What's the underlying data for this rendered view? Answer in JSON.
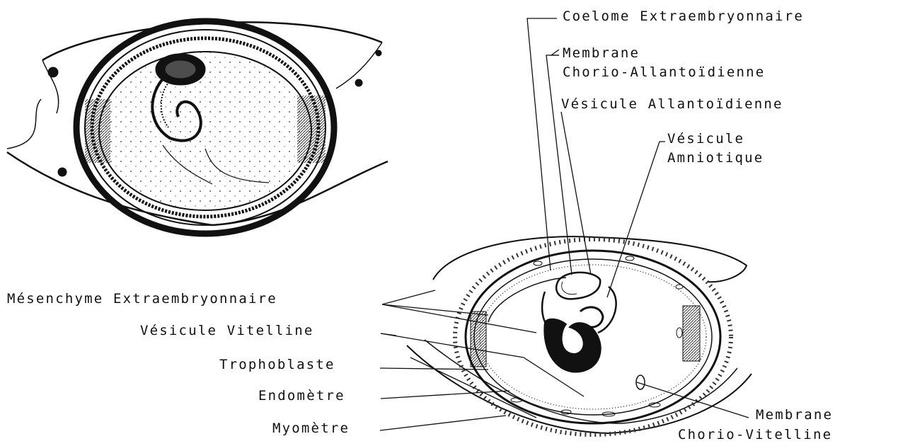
{
  "labels": {
    "coelome": "Coelome Extraembryonnaire",
    "membrane_ca_line1": "Membrane",
    "membrane_ca_line2": "Chorio-Allantoïdienne",
    "vesicule_allantoidienne": "Vésicule Allantoïdienne",
    "vesicule_amniotique_line1": "Vésicule",
    "vesicule_amniotique_line2": "Amniotique",
    "mesenchyme": "Mésenchyme Extraembryonnaire",
    "vesicule_vitelline": "Vésicule Vitelline",
    "trophoblaste": "Trophoblaste",
    "endometre": "Endomètre",
    "myometre": "Myomètre",
    "membrane_cv_line1": "Membrane",
    "membrane_cv_line2": "Chorio-Vitelline"
  },
  "colors": {
    "ink": "#111111",
    "paper": "#ffffff"
  }
}
